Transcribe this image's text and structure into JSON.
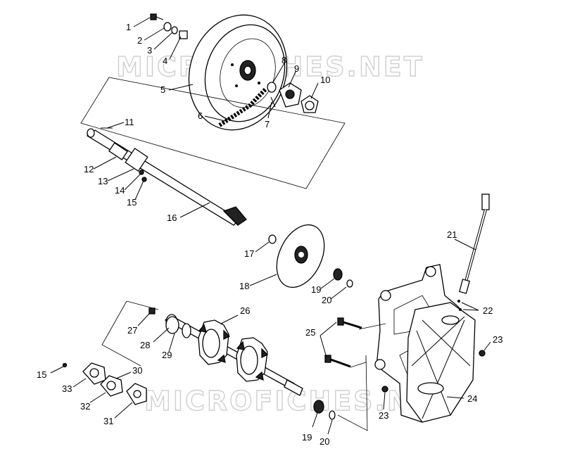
{
  "watermark": "MICROFICHES.NET",
  "callouts": [
    "1",
    "2",
    "3",
    "4",
    "5",
    "6",
    "7",
    "8",
    "9",
    "10",
    "11",
    "12",
    "13",
    "14",
    "15",
    "16",
    "17",
    "18",
    "19",
    "20",
    "21",
    "22",
    "23",
    "24",
    "25",
    "26",
    "27",
    "28",
    "29",
    "30",
    "31",
    "32",
    "33",
    "15",
    "19",
    "20",
    "23"
  ]
}
